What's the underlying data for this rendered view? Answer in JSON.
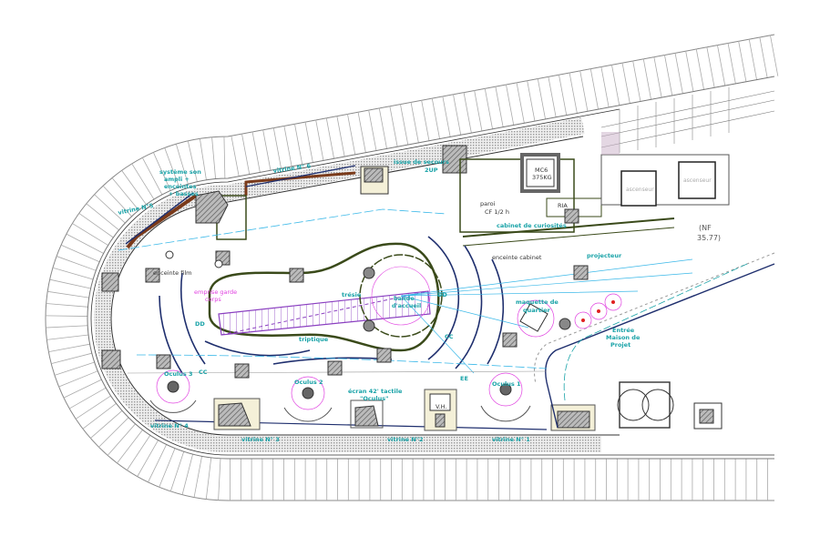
{
  "plan": {
    "sound_system": [
      "système son",
      "ampli +",
      "enceintes",
      "+ basses"
    ],
    "vitrines": {
      "v1": "vitrine N° 1",
      "v2": "vitrine N°2",
      "v3": "vitrine N° 3",
      "v4": "vitrine N° 4",
      "v5": "vitrine N°5",
      "v6": "vitrine N° 6"
    },
    "emergency_exit": [
      "issue de secours",
      "2UP"
    ],
    "cabinet_curiosites": "cabinet de curiosités",
    "enceinte_cabinet": "enceinte cabinet",
    "enceinte_film": "enceinte film",
    "garde_corps": [
      "emprise garde",
      "corps"
    ],
    "tresie": "trésie",
    "bande_accueil": [
      "bande",
      "d'accueil"
    ],
    "triptique": "triptique",
    "oculus": [
      "Oculus 1",
      "Oculus 2",
      "Oculus 3"
    ],
    "ecran": [
      "écran 42' tactile",
      "\"Oculus\""
    ],
    "maquette": [
      "maquette de",
      "quartier"
    ],
    "projecteur": "projecteur",
    "entree": [
      "Entrée",
      "Maison de",
      "Projet"
    ],
    "lift_mc6": [
      "MC6",
      "375KG"
    ],
    "ascenseur": [
      "ascenseur",
      "ascenseur"
    ],
    "level": [
      "(NF",
      "35.77)"
    ],
    "vh": "V.H.",
    "ria": "RIA",
    "paroi": [
      "paroi",
      "CF 1/2 h"
    ],
    "marks": [
      "DD",
      "CC",
      "EE",
      "CC",
      "DD"
    ]
  },
  "colors": {
    "teal": "#1aa3a8",
    "cyan": "#3ab8e8",
    "navy": "#1f2f6e",
    "magenta": "#e040e0",
    "purple": "#8a3fc0",
    "brown": "#7a3a1a",
    "olive": "#3a4a1a"
  }
}
